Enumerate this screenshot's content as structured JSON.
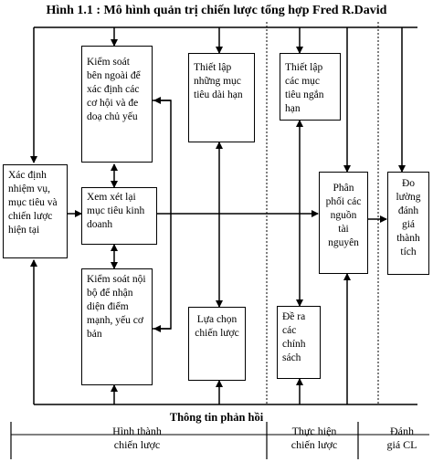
{
  "title": "Hình 1.1 : Mô hình quản trị chiến lược tổng hợp Fred R.David",
  "boxes": {
    "mission": "Xác định nhiệm vụ, mục tiêu và chiến lược hiện tại",
    "external_audit": "Kiểm soát bên ngoài để xác định các cơ hội và đe doạ chủ yếu",
    "review_goals": "Xem xét lại mục tiêu kinh doanh",
    "internal_audit": "Kiểm soát nội bộ để nhận diện điểm mạnh, yếu cơ bản",
    "long_term_goals": "Thiết lập những mục tiêu dài hạn",
    "choose_strategy": "Lựa chọn chiến lược",
    "short_term_goals": "Thiết lập các mục tiêu ngắn hạn",
    "policies": "Đề ra các chính sách",
    "allocate_resources": "Phân phối các nguồn tài nguyên",
    "evaluate": "Đo lường đánh giá thành tích"
  },
  "feedback_label": "Thông tin phản hồi",
  "phases": {
    "formulation_line1": "Hình thành",
    "formulation_line2": "chiến lược",
    "implementation_line1": "Thực hiện",
    "implementation_line2": "chiến lược",
    "evaluation_line1": "Đánh",
    "evaluation_line2": "giá CL"
  }
}
